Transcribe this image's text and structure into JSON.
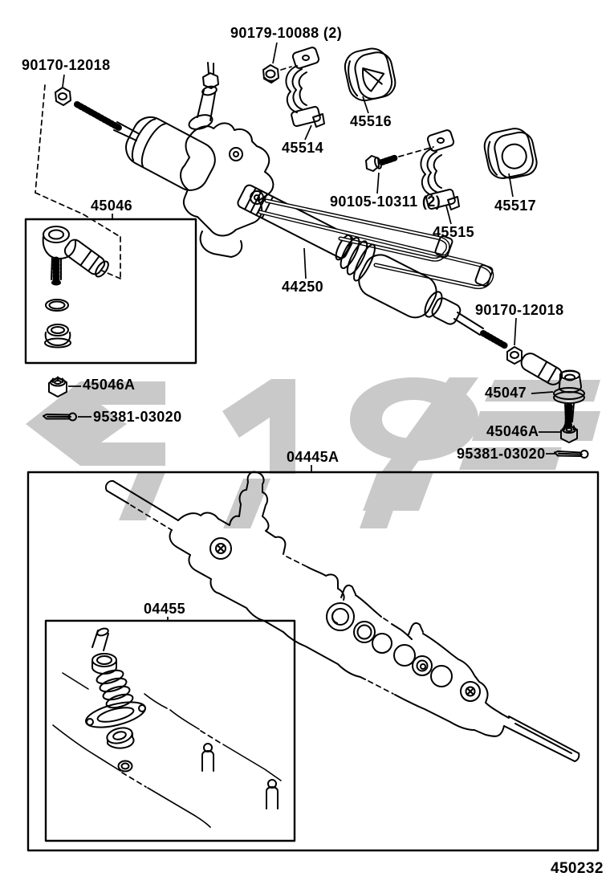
{
  "diagram": {
    "background": "#ffffff",
    "line_color": "#000000",
    "figure_number": "450232"
  },
  "watermark": {
    "color": "#c9c9c9"
  },
  "labels": {
    "l90170_left": {
      "text": "90170-12018"
    },
    "l90179": {
      "text": "90179-10088 (2)"
    },
    "l45516": {
      "text": "45516"
    },
    "l45514": {
      "text": "45514"
    },
    "l90105": {
      "text": "90105-10311 (2)"
    },
    "l45515": {
      "text": "45515"
    },
    "l45517": {
      "text": "45517"
    },
    "l45046": {
      "text": "45046"
    },
    "l44250": {
      "text": "44250"
    },
    "l90170_right": {
      "text": "90170-12018"
    },
    "l45047": {
      "text": "45047"
    },
    "l45046a_right": {
      "text": "45046A"
    },
    "l95381_right": {
      "text": "95381-03020"
    },
    "l45046a_left": {
      "text": "45046A"
    },
    "l95381_left": {
      "text": "95381-03020"
    },
    "l04445a": {
      "text": "04445A"
    },
    "l04455": {
      "text": "04455"
    }
  }
}
